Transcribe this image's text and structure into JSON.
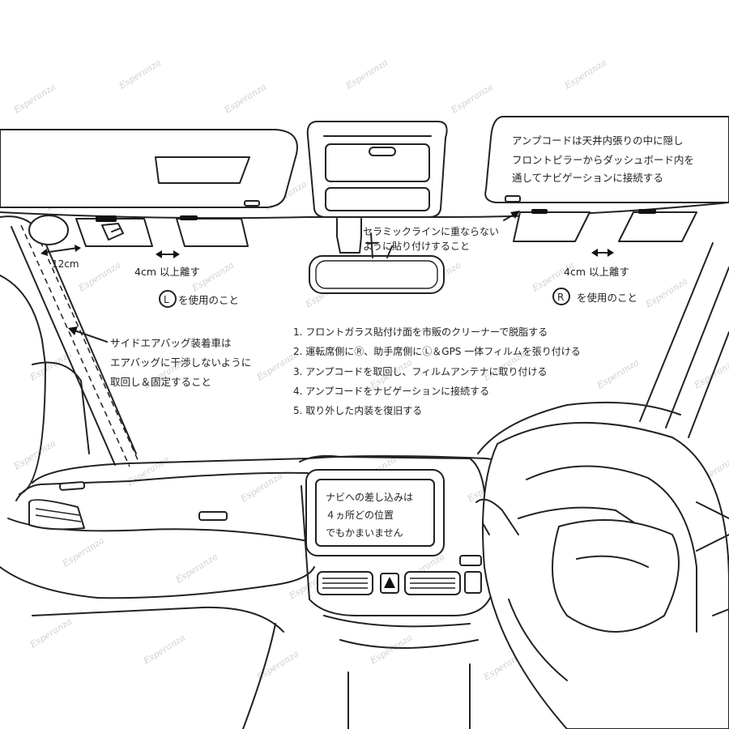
{
  "watermark": "Esperanza",
  "labels": {
    "amp_cord_note": [
      "アンプコードは天井内張りの中に隠し",
      "フロントピラーからダッシュボード内を",
      "通してナビゲーションに接続する"
    ],
    "ceramic_note": [
      "セラミックラインに重ならない",
      "ように貼り付けすること"
    ],
    "distance_12cm": "12cm",
    "distance_left": "4cm 以上離す",
    "distance_right": "4cm 以上離す",
    "left_badge": "L",
    "left_use": "を使用のこと",
    "right_badge": "R",
    "right_use": "を使用のこと",
    "airbag_note": [
      "サイドエアバッグ装着車は",
      "エアバッグに干渉しないように",
      "取回し＆固定すること"
    ],
    "navi_note": [
      "ナビへの差し込みは",
      "４ヵ所どの位置",
      "でもかまいません"
    ]
  },
  "steps": [
    "1. フロントガラス貼付け面を市販のクリーナーで脱脂する",
    "2. 運転席側にⓇ、助手席側にⓁ＆GPS 一体フィルムを張り付ける",
    "3. アンプコードを取回し、フィルムアンテナに取り付ける",
    "4. アンプコードをナビゲーションに接続する",
    "5. 取り外した内装を復旧する"
  ]
}
